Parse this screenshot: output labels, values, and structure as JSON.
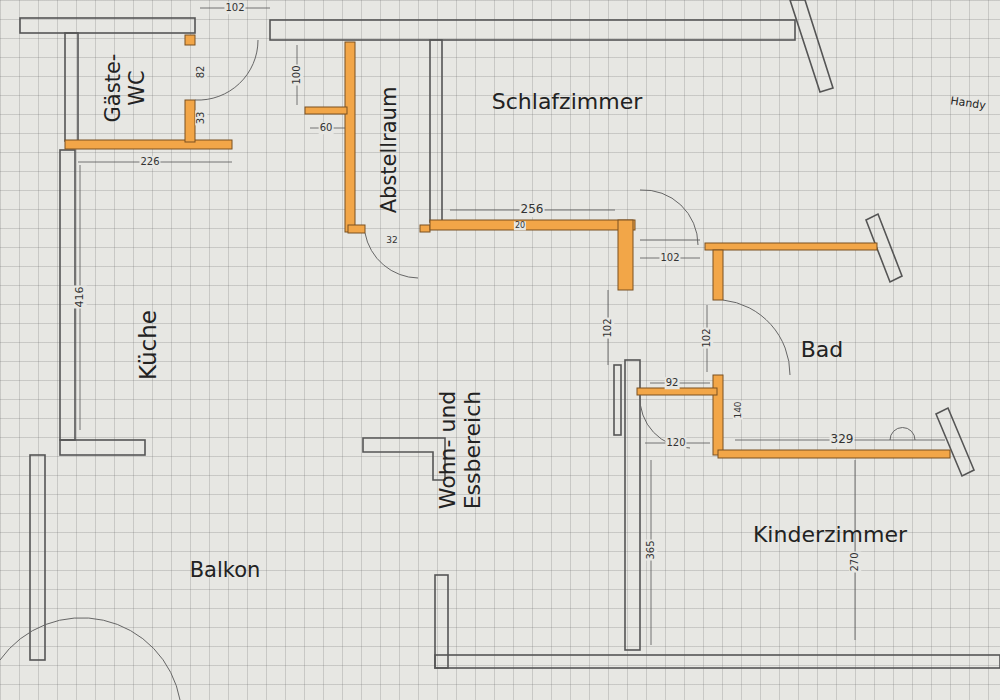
{
  "diagram": {
    "labels": [
      "Gäste- WC",
      "Abstellraum",
      "Schlafzimmer",
      "Handy",
      "Küche",
      "Wohn- und Essbereich",
      "Bad",
      "Kinderzimmer",
      "Balkon",
      "102",
      "82",
      "33",
      "226",
      "100",
      "60",
      "416",
      "256",
      "20",
      "32",
      "102",
      "102",
      "102",
      "92",
      "120",
      "140",
      "329",
      "365",
      "270"
    ]
  }
}
